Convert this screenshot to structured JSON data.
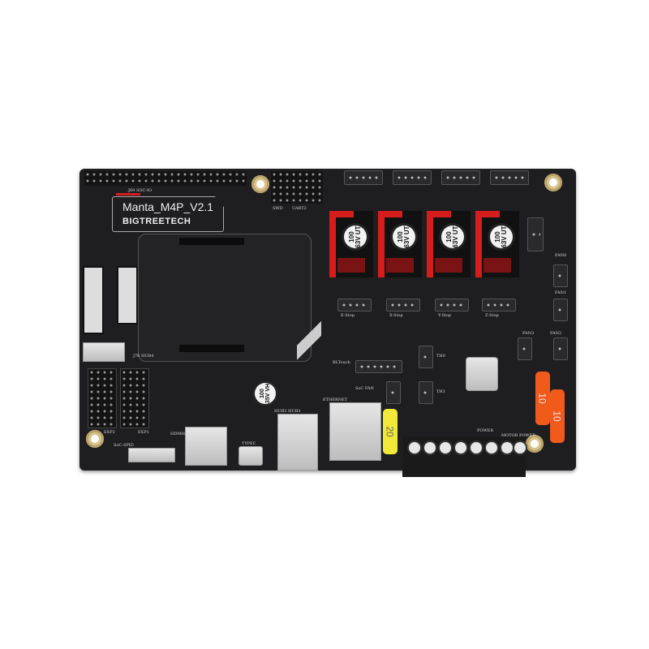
{
  "board": {
    "model": "Manta_M4P_V2.1",
    "brand": "BIGTREETECH",
    "color": "#1e1e20",
    "accent": "#d71c1c"
  },
  "labels": {
    "soc_io": "J69 SOC-IO",
    "swd": "SWD",
    "uart2": "UART2",
    "hub4": "J76 HUB4",
    "exp1": "EXP1",
    "exp2": "EXP2",
    "soc_spid": "SoC-SPID",
    "hdmi": "HDMI0",
    "hub23": "HUB2 HUB3",
    "ethernet": "ETHERNET",
    "bltouch": "BLTouch",
    "soc_fan": "SoC FAN",
    "fan0": "FAN0",
    "fan1": "FAN1",
    "fan2": "FAN2",
    "fan3": "FAN3",
    "e_stop": "E-Stop",
    "x_stop": "X-Stop",
    "y_stop": "Y-Stop",
    "z_stop": "Z-Stop",
    "th0": "TH0",
    "th1": "TH1",
    "power": "POWER",
    "motor_power": "MOTOR POWER",
    "usbc": "TYPEC"
  },
  "capacitors": {
    "driver": "100 63V UT",
    "main": "100 35V VH"
  },
  "fuses": {
    "main": "20",
    "fuse_a": "10",
    "fuse_b": "10",
    "main_color": "#f0e93a",
    "small_color": "#f05a1a"
  }
}
